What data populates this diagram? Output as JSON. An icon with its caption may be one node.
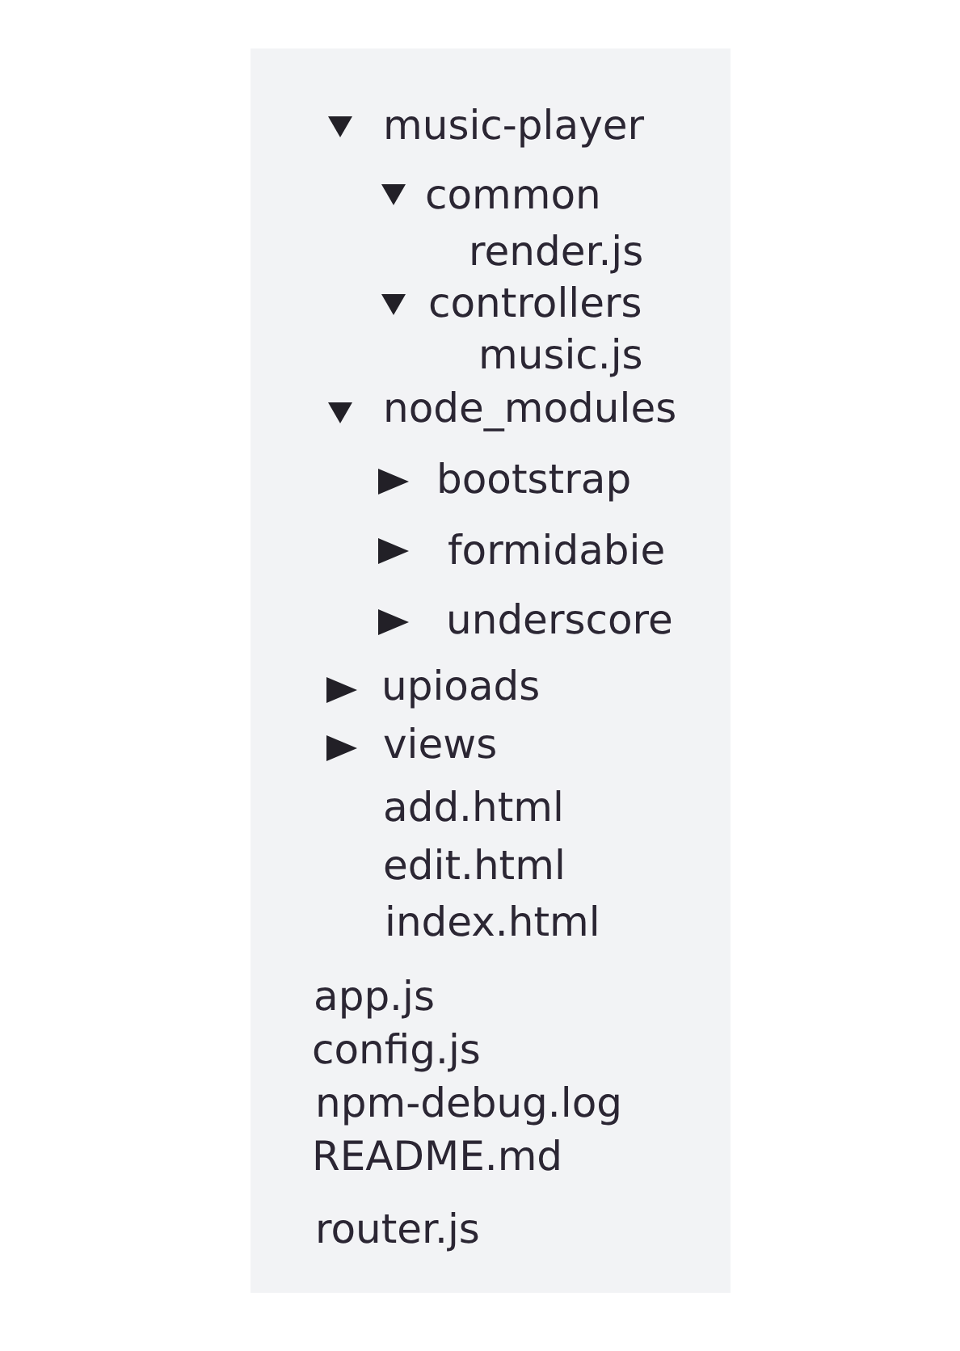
{
  "diagram": {
    "nodes": [
      {
        "text": [
          "music-player",
          "common",
          "render.js",
          "controllers",
          "music.js",
          "node_modules",
          "bootstrap",
          "formidabie",
          "underscore",
          "upioads",
          "views",
          "add.html",
          "edit.html",
          "index.html",
          "app.js",
          "config.js",
          "npm-debug.log",
          "README.md",
          "router.js"
        ]
      }
    ]
  }
}
